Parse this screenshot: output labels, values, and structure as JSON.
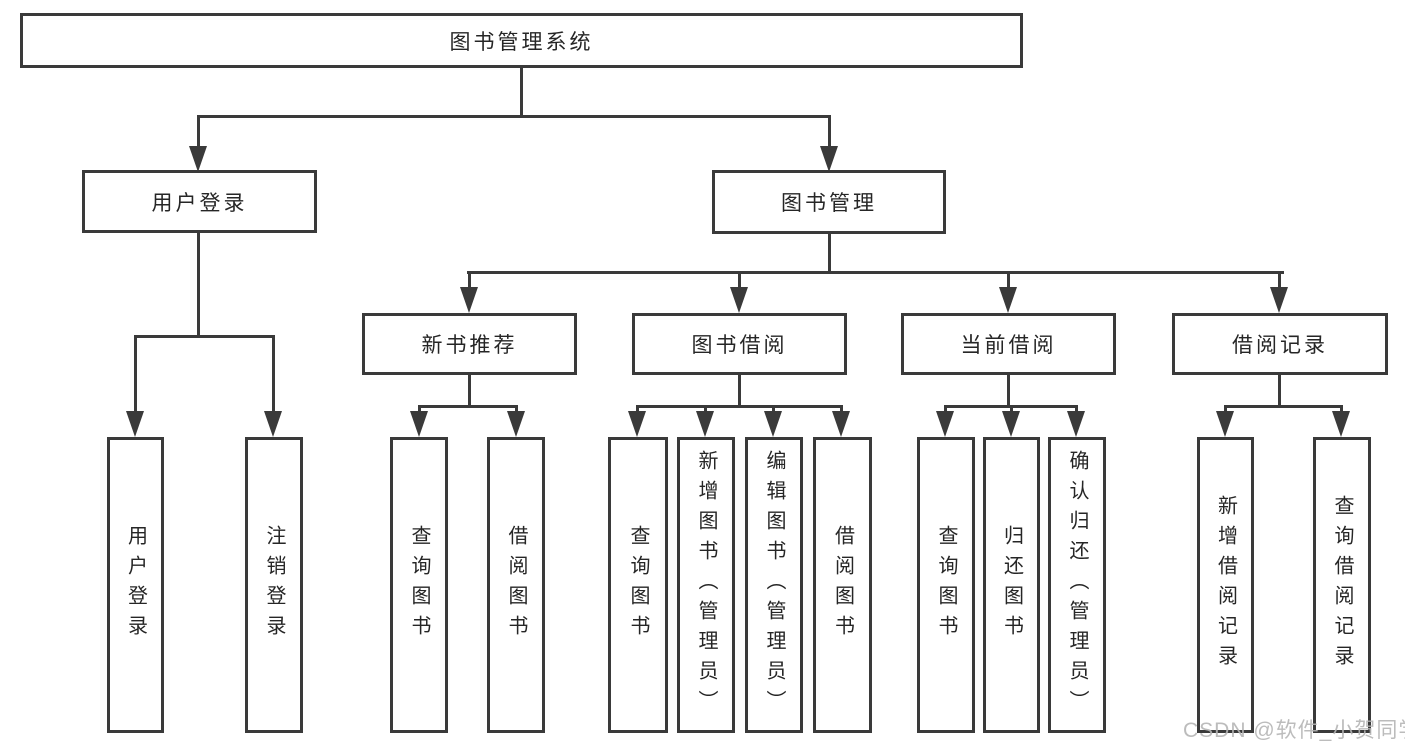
{
  "diagram_title": "图书管理系统",
  "tree": {
    "root": {
      "label": "图书管理系统"
    },
    "children": [
      {
        "label": "用户登录",
        "children": [
          {
            "label": "用户登录"
          },
          {
            "label": "注销登录"
          }
        ]
      },
      {
        "label": "图书管理",
        "children": [
          {
            "label": "新书推荐",
            "children": [
              {
                "label": "查询图书"
              },
              {
                "label": "借阅图书"
              }
            ]
          },
          {
            "label": "图书借阅",
            "children": [
              {
                "label": "查询图书"
              },
              {
                "label": "新增图书（管理员）"
              },
              {
                "label": "编辑图书（管理员）"
              },
              {
                "label": "借阅图书"
              }
            ]
          },
          {
            "label": "当前借阅",
            "children": [
              {
                "label": "查询图书"
              },
              {
                "label": "归还图书"
              },
              {
                "label": "确认归还（管理员）"
              }
            ]
          },
          {
            "label": "借阅记录",
            "children": [
              {
                "label": "新增借阅记录"
              },
              {
                "label": "查询借阅记录"
              }
            ]
          }
        ]
      }
    ]
  },
  "watermark": {
    "text": "CSDN @软件_小贺同学"
  },
  "colors": {
    "line": "#3a3a3a",
    "text": "#262626",
    "watermark": "#b5b5b5",
    "background": "#ffffff"
  }
}
